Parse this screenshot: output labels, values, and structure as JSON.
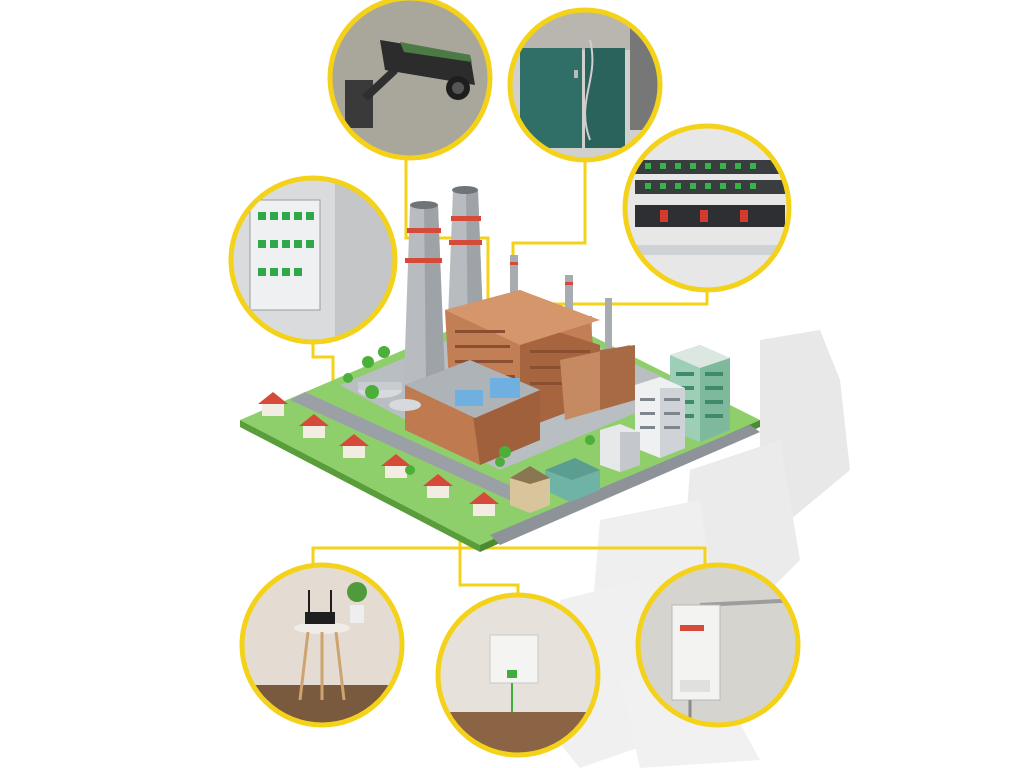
{
  "diagram": {
    "colors": {
      "connector": "#f4d21a",
      "ground_green": "#7ed957",
      "road": "#9aa0a6",
      "brick": "#b4734d",
      "roof_red": "#d64a3a",
      "background": "#ffffff",
      "ghost_figure": "#d9d9d9"
    },
    "nodes": [
      {
        "id": "cctv",
        "icon": "cctv-camera-icon"
      },
      {
        "id": "cabinet",
        "icon": "server-cabinet-icon"
      },
      {
        "id": "rack",
        "icon": "fiber-patch-panel-rack-icon"
      },
      {
        "id": "patch-box",
        "icon": "fiber-distribution-box-icon"
      },
      {
        "id": "router",
        "icon": "wifi-router-icon"
      },
      {
        "id": "wall-socket",
        "icon": "optical-wall-socket-icon"
      },
      {
        "id": "splice-box",
        "icon": "wall-splice-closure-icon"
      }
    ],
    "hub": "industrial-plant-icon"
  }
}
